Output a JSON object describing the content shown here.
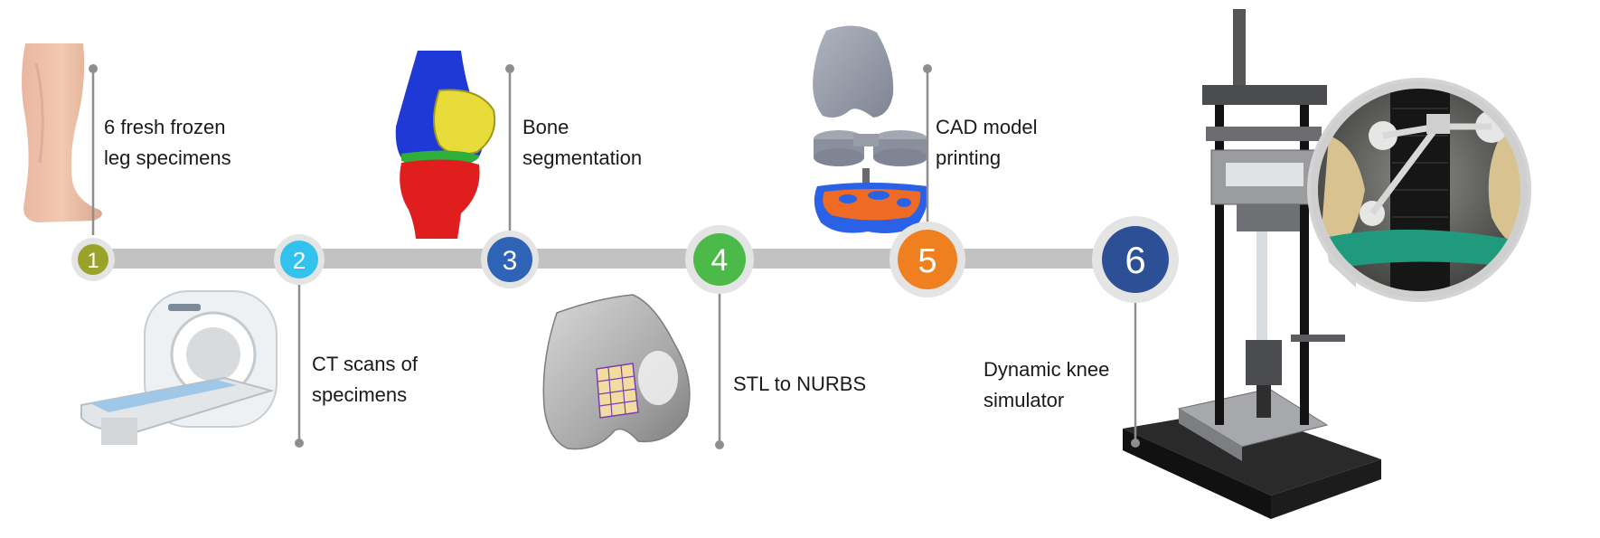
{
  "steps": [
    {
      "number": "1",
      "lines": [
        "6 fresh frozen",
        "leg specimens"
      ],
      "color": "#9aa22a"
    },
    {
      "number": "2",
      "lines": [
        "CT scans of",
        "specimens"
      ],
      "color": "#33c2ee"
    },
    {
      "number": "3",
      "lines": [
        "Bone",
        "segmentation"
      ],
      "color": "#2f63b5"
    },
    {
      "number": "4",
      "lines": [
        "STL to NURBS"
      ],
      "color": "#4cba48"
    },
    {
      "number": "5",
      "lines": [
        "CAD model",
        "printing"
      ],
      "color": "#f07f1f"
    },
    {
      "number": "6",
      "lines": [
        "Dynamic knee",
        "simulator"
      ],
      "color": "#2c4f96"
    }
  ],
  "colors": {
    "timeline": "#c2c2c2",
    "connector": "#8e8e8e",
    "ring": "#e4e4e4"
  }
}
